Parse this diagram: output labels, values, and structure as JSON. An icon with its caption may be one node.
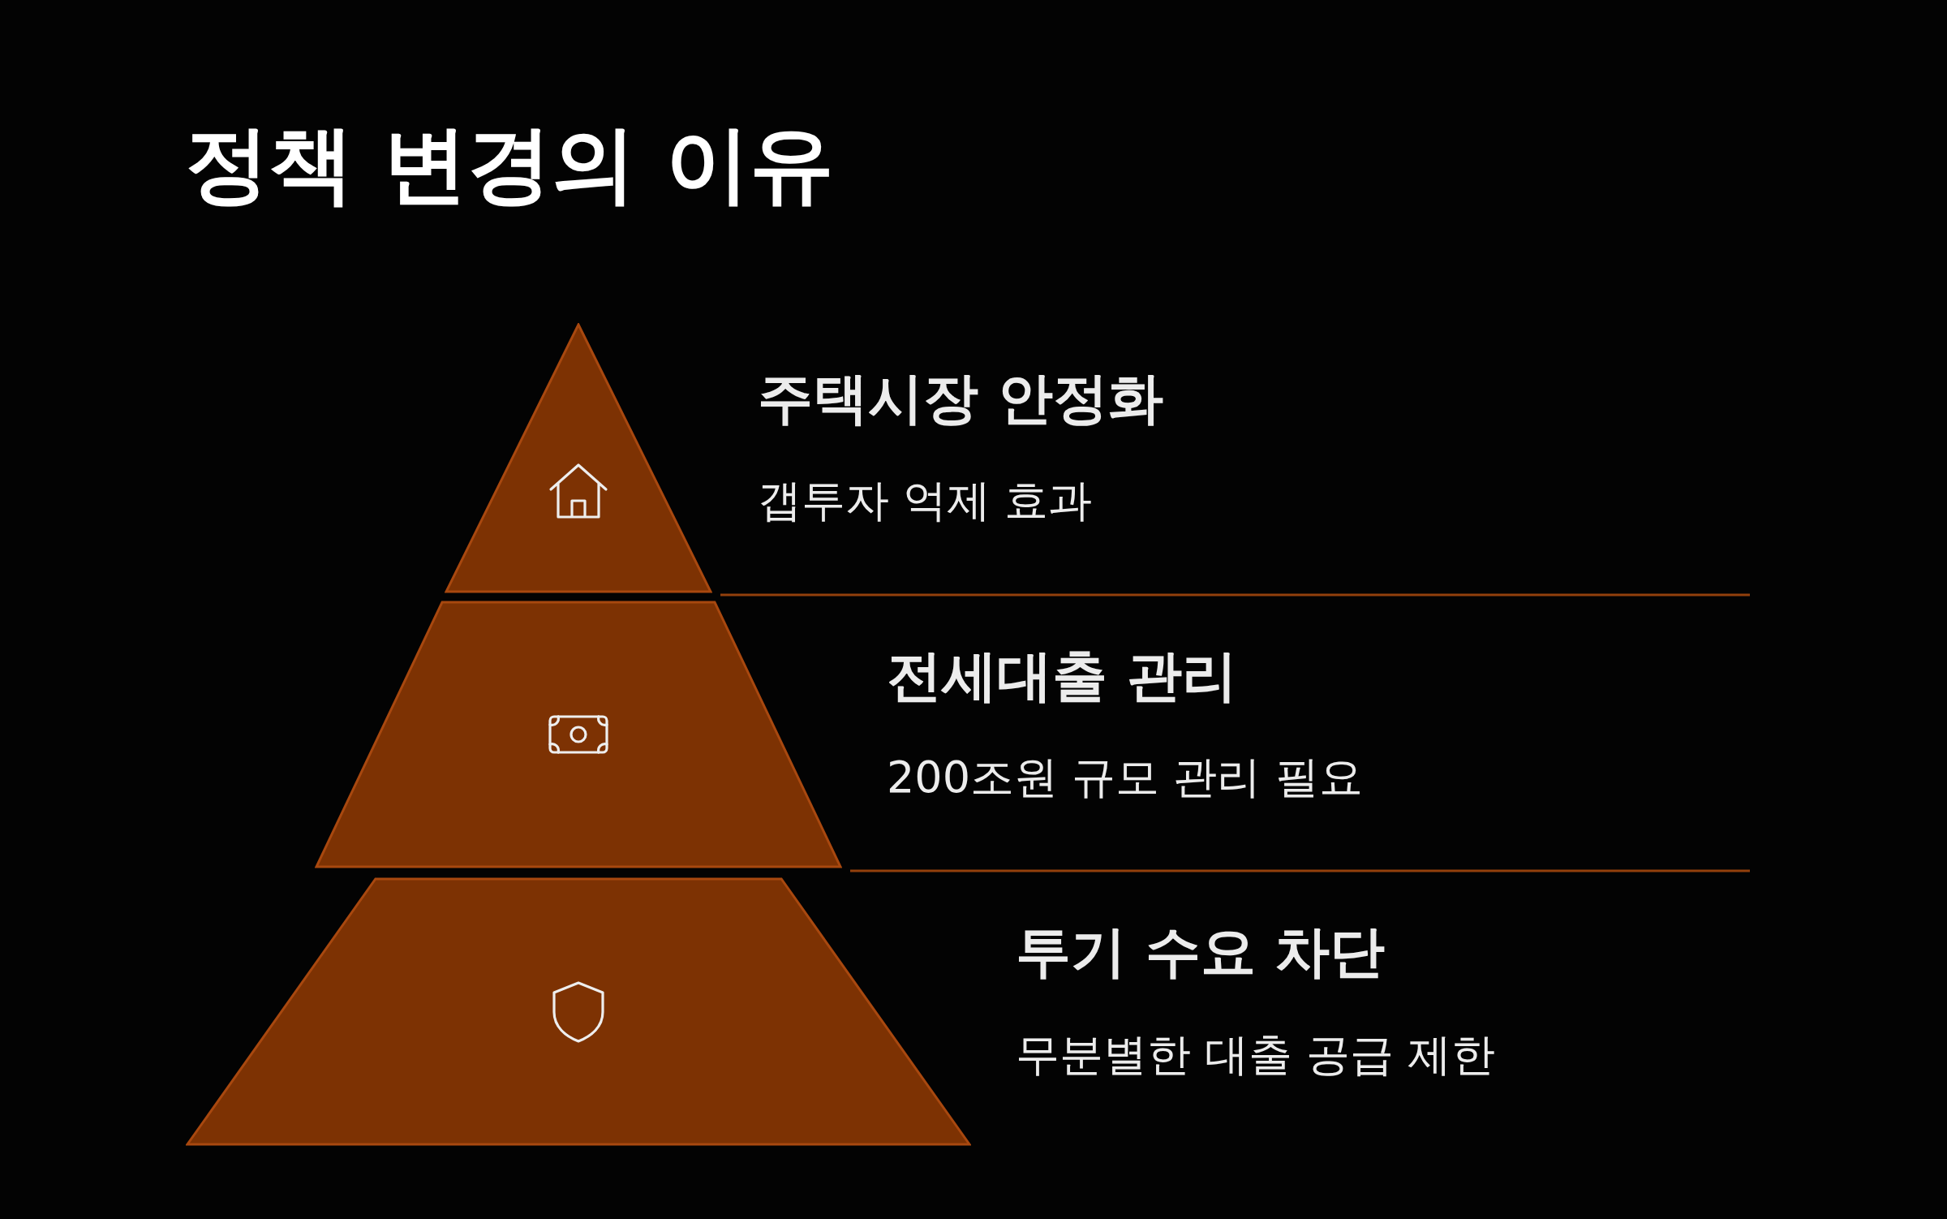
{
  "diagram": {
    "title": "정책 변경의 이유",
    "nodes": [
      {
        "text": [],
        "shape": "triangle",
        "beside": [
          "주택시장 안정화",
          "갭투자 억제 효과"
        ]
      },
      {
        "text": [],
        "shape": "trapezoid",
        "beside": [
          "전세대출 관리",
          "200조원 규모 관리 필요"
        ]
      },
      {
        "text": [],
        "shape": "trapezoid",
        "beside": [
          "투기 수요 차단",
          "무분별한 대출 공급 제한"
        ]
      }
    ],
    "edges": []
  }
}
